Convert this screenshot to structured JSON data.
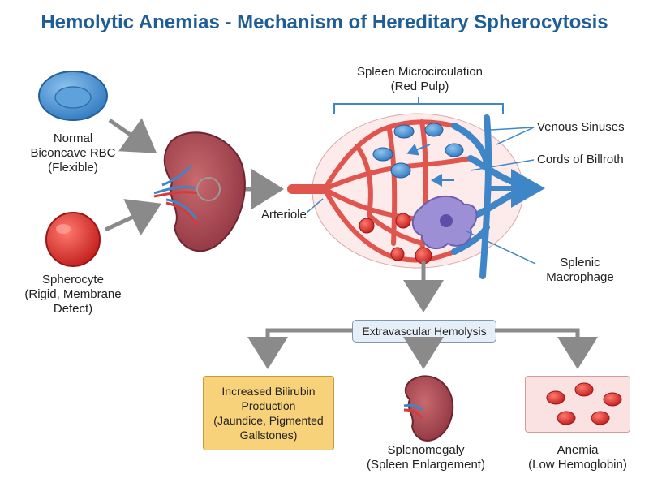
{
  "title": "Hemolytic Anemias - Mechanism of Hereditary Spherocytosis",
  "normal_rbc": [
    "Normal",
    "Biconcave RBC",
    "(Flexible)"
  ],
  "spherocyte": [
    "Spherocyte",
    "(Rigid, Membrane",
    "Defect)"
  ],
  "spleen_micro": [
    "Spleen Microcirculation",
    "(Red Pulp)"
  ],
  "venous_sinuses": "Venous Sinuses",
  "cords_billroth": "Cords of Billroth",
  "arteriole": "Arteriole",
  "macrophage": [
    "Splenic",
    "Macrophage"
  ],
  "hemolysis": "Extravascular Hemolysis",
  "bilirubin": [
    "Increased Bilirubin",
    "Production",
    "(Jaundice, Pigmented",
    "Gallstones)"
  ],
  "splenomegaly": [
    "Splenomegaly",
    "(Spleen Enlargement)"
  ],
  "anemia": [
    "Anemia",
    "(Low Hemoglobin)"
  ],
  "colors": {
    "title": "#1f5d96",
    "red": "#d63a3a",
    "blue": "#3f86c8",
    "arrow_gray": "#8a8a8a",
    "hemolysis_box": "#e6eef8",
    "bilirubin_box": "#f8d27a",
    "anemia_box": "#fbe2e2",
    "macrophage": "#9d8fd6"
  }
}
